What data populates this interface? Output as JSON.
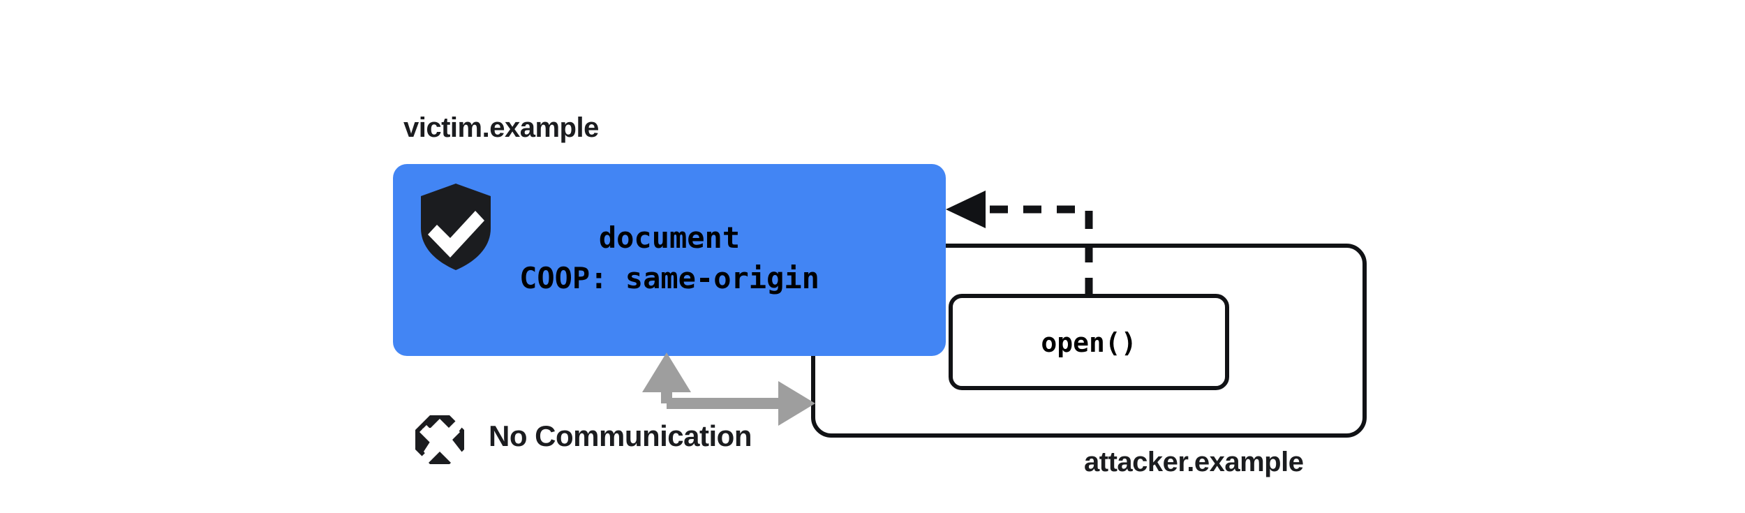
{
  "diagram": {
    "title_victim": "victim.example",
    "title_attacker": "attacker.example",
    "document_box": {
      "line1": "document",
      "line2": "COOP: same-origin",
      "fill_color": "#4285F4",
      "badge_icon": "shield-check-icon"
    },
    "open_box": {
      "label": "open()",
      "stroke_color": "#111215"
    },
    "no_communication": {
      "label": "No Communication",
      "icon": "octagon-x-icon",
      "arrow_color": "#9e9e9e"
    },
    "dashed_arrow": {
      "icon": "dashed-arrow-left-icon",
      "color": "#111215"
    },
    "colors": {
      "blue": "#4285F4",
      "ink": "#111215",
      "gray": "#9e9e9e",
      "background": "#ffffff"
    }
  }
}
